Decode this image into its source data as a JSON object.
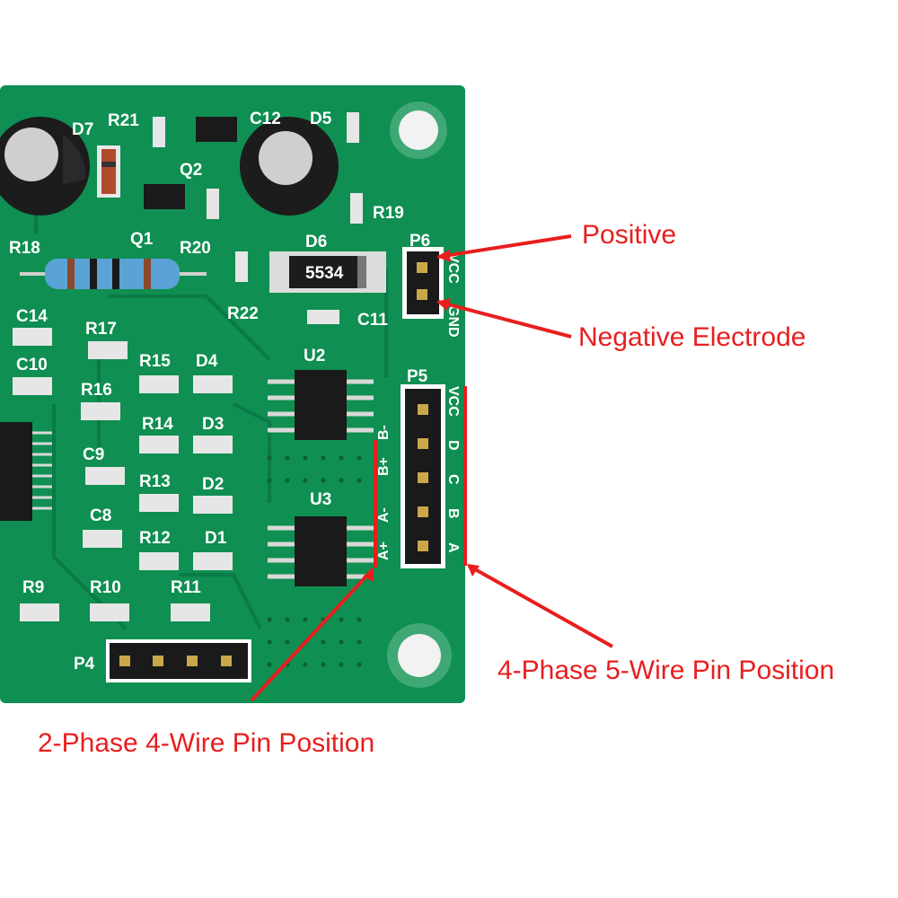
{
  "colors": {
    "background": "#ffffff",
    "pcb": "#0f8f52",
    "pcb_dark": "#0a7040",
    "silkscreen": "#ffffff",
    "annotation": "#e81e1e",
    "header_pins": "#222222"
  },
  "annotations": {
    "positive": "Positive",
    "negative": "Negative Electrode",
    "four_phase": "4-Phase 5-Wire Pin Position",
    "two_phase": "2-Phase 4-Wire Pin Position"
  },
  "silkscreen": {
    "D7": "D7",
    "R21": "R21",
    "C12": "C12",
    "D5": "D5",
    "Q2": "Q2",
    "Q1": "Q1",
    "R19": "R19",
    "R18": "R18",
    "R20": "R20",
    "D6": "D6",
    "P6": "P6",
    "R22": "R22",
    "C11": "C11",
    "C14": "C14",
    "R17": "R17",
    "C10": "C10",
    "R15": "R15",
    "D4": "D4",
    "U2": "U2",
    "R16": "R16",
    "R14": "R14",
    "D3": "D3",
    "P5": "P5",
    "C9": "C9",
    "R13": "R13",
    "D2": "D2",
    "U3": "U3",
    "C8": "C8",
    "R12": "R12",
    "D1": "D1",
    "R9": "R9",
    "R10": "R10",
    "R11": "R11",
    "P4": "P4",
    "VCC": "VCC",
    "GND": "GND",
    "D": "D",
    "C": "C",
    "B": "B",
    "A": "A",
    "diode_code": "5534",
    "p4_pins": [
      "A+",
      "A-",
      "B+",
      "B-"
    ]
  }
}
